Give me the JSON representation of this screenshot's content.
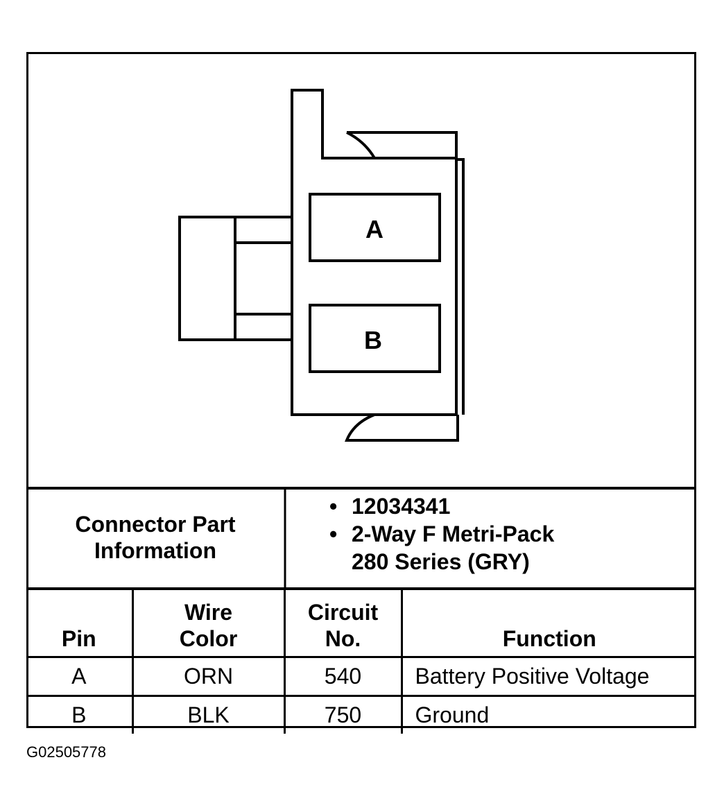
{
  "connector": {
    "cavities": [
      "A",
      "B"
    ]
  },
  "connector_info": {
    "label_line1": "Connector Part",
    "label_line2": "Information",
    "items": [
      {
        "bullet": "•",
        "lines": [
          "12034341"
        ]
      },
      {
        "bullet": "•",
        "lines": [
          "2-Way F Metri-Pack",
          "280 Series (GRY)"
        ]
      }
    ]
  },
  "table": {
    "headers": {
      "pin": "Pin",
      "wire_color_line1": "Wire",
      "wire_color_line2": "Color",
      "circuit_line1": "Circuit",
      "circuit_line2": "No.",
      "function": "Function"
    },
    "rows": [
      {
        "pin": "A",
        "wire_color": "ORN",
        "circuit": "540",
        "function": "Battery Positive Voltage"
      },
      {
        "pin": "B",
        "wire_color": "BLK",
        "circuit": "750",
        "function": "Ground"
      }
    ]
  },
  "figure_id": "G02505778"
}
